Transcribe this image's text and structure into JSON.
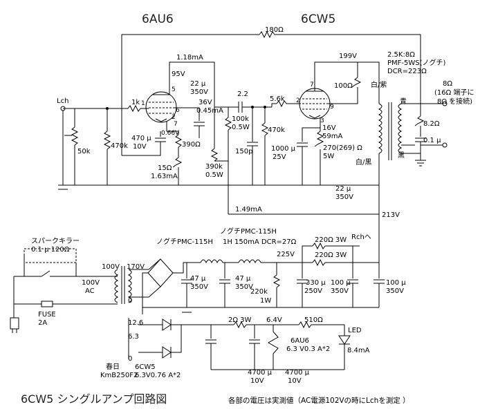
{
  "tubes": {
    "left": "6AU6",
    "right": "6CW5"
  },
  "feedback_resistor": "180Ω",
  "voltages": {
    "v199": "199V",
    "v95": "95V",
    "v36": "36V",
    "v0_45": "0.45mA",
    "v0_66": "0.66V",
    "v16": "16V",
    "v59": "59mA",
    "v213": "213V",
    "v225": "225V",
    "v100": "100V",
    "v170": "170V",
    "v1_18": "1.18mA",
    "v1_49": "1.49mA",
    "v1_63": "1.63mA",
    "v6_4": "6.4V",
    "v12_6": "12.6",
    "v6_3": "6.3",
    "v0": "0",
    "v0b": "0",
    "v8_4": "8.4mA"
  },
  "components": {
    "r1k": "1k",
    "r50k": "50k",
    "r470k_in": "470k",
    "c470u_a": "470 μ",
    "c470u_b": "10V",
    "r390": "390Ω",
    "r15": "15Ω",
    "c22u_a": "22 μ",
    "c22u_b": "350V",
    "c2_2": "2.2",
    "r100k_a": "100k",
    "r100k_b": "0.5W",
    "c150p": "150p",
    "r470k_g": "470k",
    "r390k_a": "390k",
    "r390k_b": "0.5W",
    "r5_6k": "5.6k",
    "r100": "100Ω",
    "c1000_a": "1000 μ",
    "c1000_b": "25V",
    "r270_a": "270(269) Ω",
    "r270_b": "5W",
    "c22_b_a": "22 μ",
    "c22_b_b": "350V",
    "out_tr_a": "2.5K:8Ω",
    "out_tr_b": "PMF-5WS(ノグチ)",
    "out_tr_c": "DCR=223Ω",
    "r8_2": "8.2Ω",
    "c0_1": "0.1 μ",
    "out_8": "8Ω",
    "out_note_a": "(16Ω 端子に",
    "out_note_b": "8Ω を接続)",
    "wht_pur": "白/紫",
    "blue": "青",
    "wht_blk": "白/黒",
    "blk": "黒",
    "spark_a": "スパークキラー",
    "spark_b": "0.1 μ  120Ω",
    "ac_in_a": "100V",
    "ac_in_b": "AC",
    "fuse_a": "FUSE",
    "fuse_b": "2A",
    "ch1_a": "ノグチPMC-115H",
    "ch2_a": "ノグチPMC-115H",
    "ch2_b": "1H  150mA  DCR=27Ω",
    "c47_a": "47 μ",
    "c47_b": "350V",
    "c47b_a": "47 μ",
    "c47b_b": "350V",
    "r220k_a": "220k",
    "r220k_b": "1W",
    "r220_3w_a": "220Ω 3W",
    "r220_3w_b": "220Ω 3W",
    "c330_a": "330 μ",
    "c330_b": "250V",
    "c100a_a": "100 μ",
    "c100a_b": "350V",
    "c100b_a": "100 μ",
    "c100b_b": "350V",
    "rch": "Rchへ",
    "r2_3w": "2Ω 3W",
    "r510": "510Ω",
    "led": "LED",
    "c4700a_a": "4700 μ",
    "c4700a_b": "10V",
    "c4700b_a": "4700 μ",
    "c4700b_b": "10V",
    "heat_a": "6AU6",
    "heat_b": "6.3 V0.3 A*2",
    "pt_a": "春日",
    "pt_b": "KmB250F2",
    "heat2_a": "6CW5",
    "heat2_b": "6.3V0.76 A*2",
    "lch": "Lch",
    "pin5": "5",
    "pin1": "1",
    "pin6": "6",
    "pin7": "7",
    "pin2": "2",
    "pin7b": "7",
    "pin2b": "2",
    "pin9": "9",
    "pin3": "3"
  },
  "caption": "6CW5 シングルアンプ回路図",
  "note": "各部の電圧は実測値（AC電源102Vの時にLchを測定 ）"
}
